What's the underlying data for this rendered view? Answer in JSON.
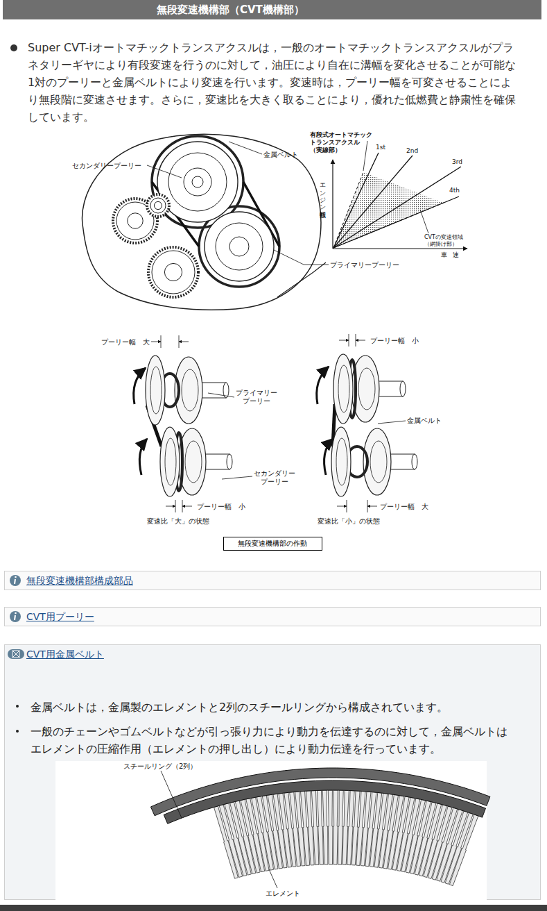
{
  "diagram": {
    "title": "無段変速機構部（CVT機構部）",
    "nodes": [
      {
        "text": [
          "無段変速機構部の作動"
        ]
      },
      {
        "text": [
          "無段変速機構部構成部品"
        ]
      },
      {
        "text": [
          "CVT用プーリー"
        ]
      },
      {
        "text": [
          "CVT用金属ベルト",
          "金属ベルトは，金属製のエレメントと2列のスチールリングから構成されています。",
          "一般のチェーンやゴムベルトなどが引っ張り力により動力を伝達するのに対して，金属ベルトはエレメントの圧縮作用（エレメントの押し出し）により動力伝達を行っています。"
        ]
      }
    ],
    "labels": [
      "Super CVT-iオートマチックトランスアクスルは，一般のオートマチックトランスアクスルがプラネタリーギヤにより有段変速を行うのに対して，油圧により自在に溝幅を変化させることが可能な1対のプーリーと金属ベルトにより変速を行います。変速時は，プーリー幅を可変させることにより無段階に変速させます。さらに，変速比を大きく取ることにより，優れた低燃費と静粛性を確保しています。",
      "金属ベルト",
      "セカンダリープーリー",
      "プライマリープーリー",
      "有段式オートマチック トランスアクスル （実線部）",
      "1st",
      "2nd",
      "3rd",
      "4th",
      "エンジン回転数",
      "車速",
      "CVTの変速領域 （網掛け部）",
      "プーリー幅　大",
      "プライマリー プーリー",
      "セカンダリー プーリー",
      "プーリー幅　小",
      "変速比「大」の状態",
      "プーリー幅　小",
      "金属ベルト",
      "プーリー幅　大",
      "変速比「小」の状態",
      "スチールリング（2列）",
      "エレメント"
    ]
  }
}
